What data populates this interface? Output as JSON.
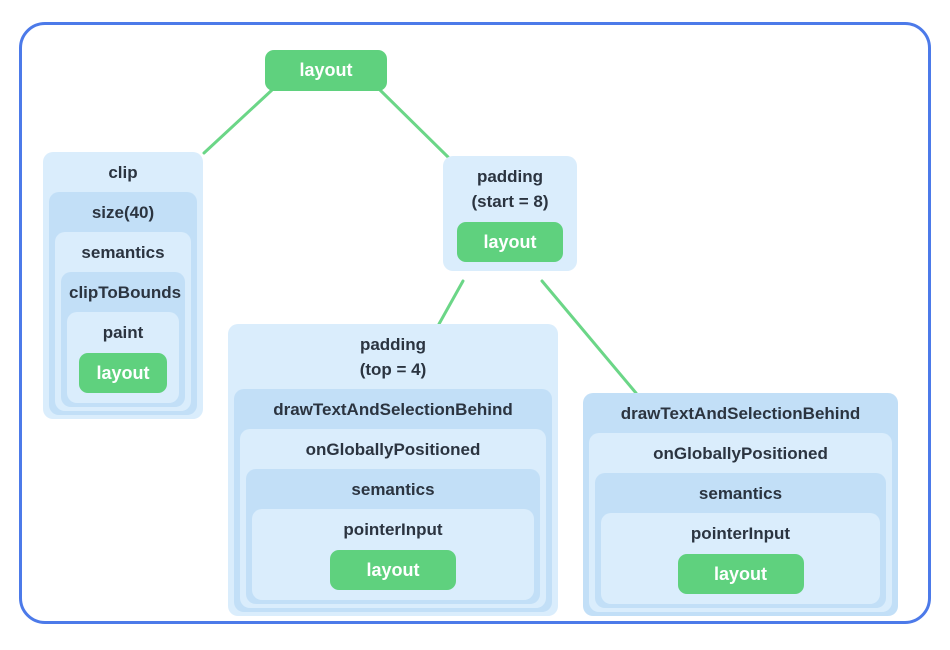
{
  "colors": {
    "frame_border": "#4c7ae9",
    "box_light": "#daedfc",
    "box_dark": "#c2dff7",
    "node_green": "#5fd17e",
    "edge_green": "#6bd687",
    "label_text": "#2b3440",
    "leaf_text": "#ffffff",
    "background": "#ffffff"
  },
  "tree": {
    "root": {
      "label": "layout"
    },
    "clip_chain": {
      "levels": [
        "clip",
        "size(40)",
        "semantics",
        "clipToBounds",
        "paint"
      ],
      "leaf_label": "layout"
    },
    "padding_start_chain": {
      "label_line1": "padding",
      "label_line2": "(start = 8)",
      "leaf_label": "layout"
    },
    "padding_top_chain": {
      "label_line1": "padding",
      "label_line2": "(top = 4)",
      "levels": [
        "drawTextAndSelectionBehind",
        "onGloballyPositioned",
        "semantics",
        "pointerInput"
      ],
      "leaf_label": "layout"
    },
    "draw_text_chain": {
      "levels": [
        "drawTextAndSelectionBehind",
        "onGloballyPositioned",
        "semantics",
        "pointerInput"
      ],
      "leaf_label": "layout"
    }
  }
}
